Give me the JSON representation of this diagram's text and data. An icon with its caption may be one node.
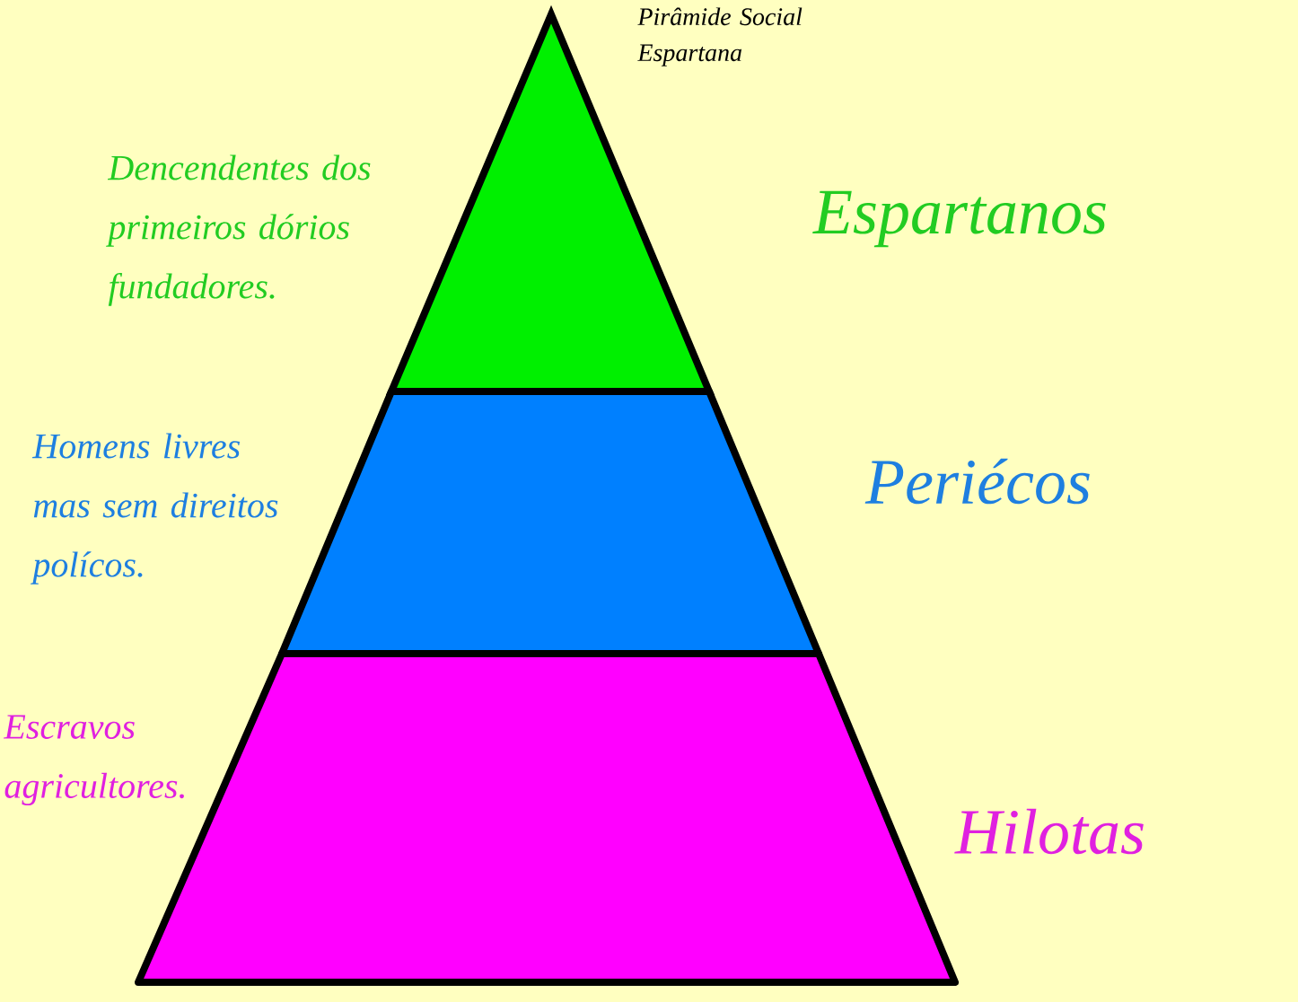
{
  "diagram": {
    "title": "Pirâmide Social Espartana",
    "nodes": [
      {
        "text": [],
        "shape": "triangle",
        "beside": [
          "Espartanos",
          "Dencendentes dos primeiros dórios fundadores."
        ]
      },
      {
        "text": [],
        "shape": "band",
        "beside": [
          "Periécos",
          "Homens livres mas sem direitos polícos."
        ]
      },
      {
        "text": [],
        "shape": "band",
        "beside": [
          "Hilotas",
          "Escravos agricultores."
        ]
      }
    ]
  }
}
